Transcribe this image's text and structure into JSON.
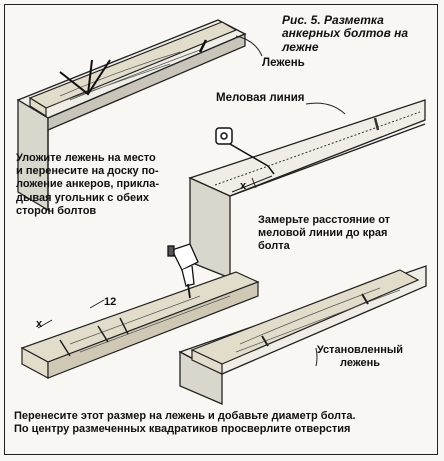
{
  "figure": {
    "caption_line1": "Рис. 5. Разметка",
    "caption_line2": "анкерных болтов на лежне"
  },
  "labels": {
    "lezhen": "Лежень",
    "chalk_line": "Меловая линия",
    "x_top": "x",
    "x_bottom": "x",
    "twelve": "12",
    "installed_line1": "Установленный",
    "installed_line2": "лежень"
  },
  "instructions": {
    "step1": [
      "Уложите лежень на место",
      "и перенесите на доску по-",
      "ложение анкеров, прикла-",
      "дывая угольник с обеих",
      "сторон болтов"
    ],
    "step2": [
      "Замерьте расстояние от",
      "меловой линии до края",
      "болта"
    ],
    "step3": [
      "Перенесите этот размер на лежень и добавьте диаметр болта.",
      "По центру размеченных квадратиков просверлите отверстия"
    ]
  }
}
